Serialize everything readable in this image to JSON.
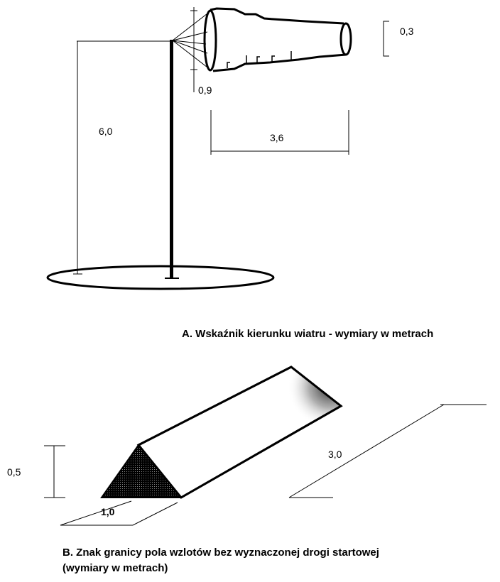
{
  "figure_a": {
    "dim_height": "6,0",
    "dim_mouth": "0,9",
    "dim_length": "3,6",
    "dim_tail": "0,3",
    "caption": "A. Wskaźnik kierunku wiatru - wymiary w metrach"
  },
  "figure_b": {
    "dim_height": "0,5",
    "dim_base": "1,0",
    "dim_length": "3,0",
    "caption_line1": "B. Znak granicy pola wzlotów bez wyznaczonej drogi startowej",
    "caption_line2": "(wymiary w metrach)"
  }
}
